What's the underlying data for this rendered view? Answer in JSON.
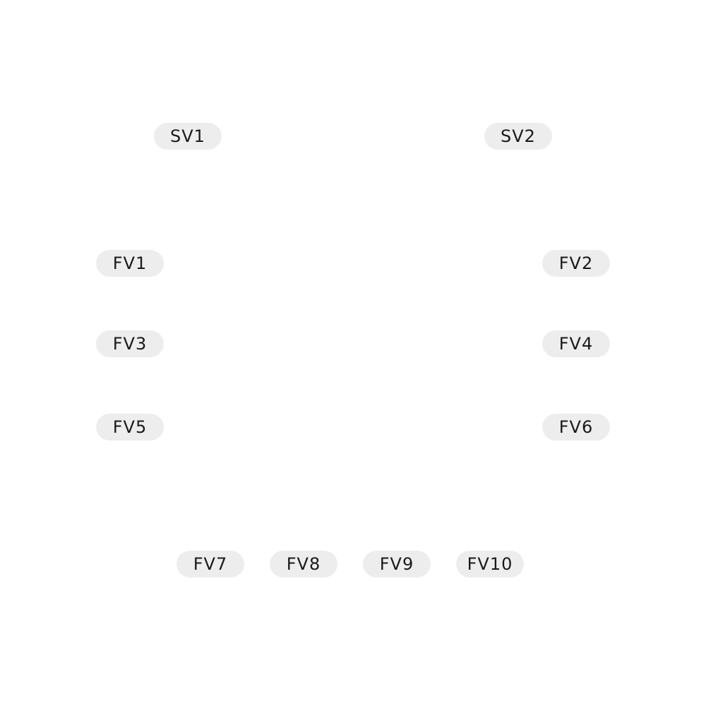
{
  "colors": {
    "background": "#ffffff",
    "pill_background": "#ededed",
    "pill_text": "#1a1a1a"
  },
  "valves": {
    "sv1": "SV1",
    "sv2": "SV2",
    "fv1": "FV1",
    "fv2": "FV2",
    "fv3": "FV3",
    "fv4": "FV4",
    "fv5": "FV5",
    "fv6": "FV6",
    "fv7": "FV7",
    "fv8": "FV8",
    "fv9": "FV9",
    "fv10": "FV10"
  }
}
